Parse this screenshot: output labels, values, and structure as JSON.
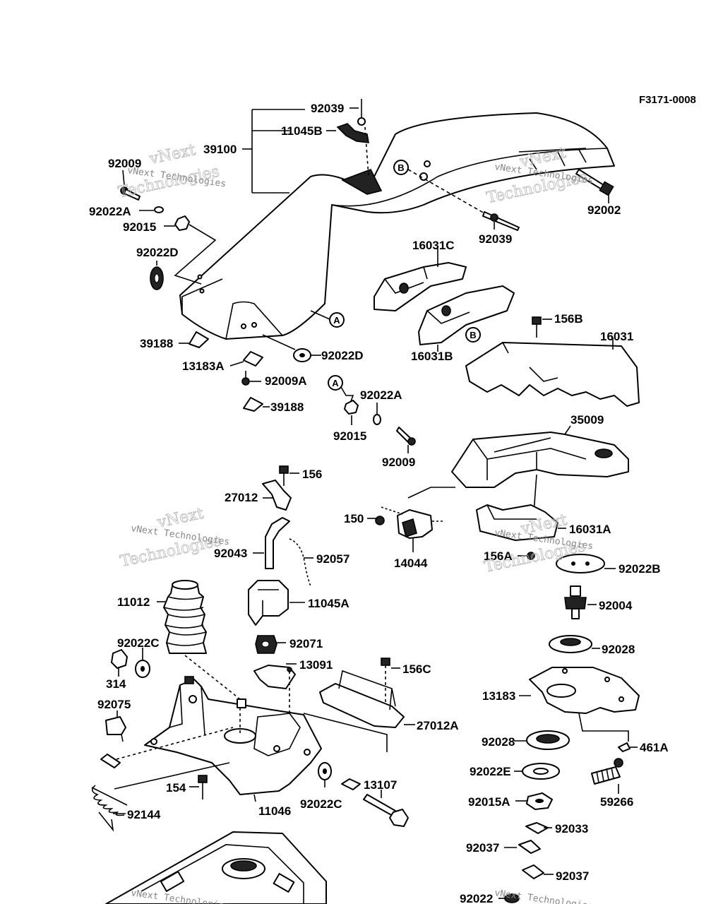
{
  "figure_code": "F3171-0008",
  "watermark": {
    "brand": "vNext",
    "company": "Technologies",
    "full": "vNext Technologies"
  },
  "callouts": {
    "A": "A",
    "B": "B"
  },
  "part_labels": {
    "p92039_top": "92039",
    "p11045B": "11045B",
    "p39100": "39100",
    "p92009_top": "92009",
    "p92022A_top": "92022A",
    "p92015_top": "92015",
    "p92022D_left": "92022D",
    "p92002": "92002",
    "p92039_mid": "92039",
    "p16031C": "16031C",
    "p39188_a": "39188",
    "p13183A": "13183A",
    "p92022D_mid": "92022D",
    "p16031B": "16031B",
    "p156B": "156B",
    "p16031": "16031",
    "p92009A": "92009A",
    "p39188_b": "39188",
    "p92022A_mid": "92022A",
    "p92015_mid": "92015",
    "p92009_mid": "92009",
    "p35009": "35009",
    "p156": "156",
    "p27012": "27012",
    "p150": "150",
    "p14044": "14044",
    "p16031A": "16031A",
    "p156A": "156A",
    "p92022B": "92022B",
    "p92043": "92043",
    "p92057": "92057",
    "p11045A": "11045A",
    "p11012": "11012",
    "p92004": "92004",
    "p92022C_left": "92022C",
    "p92071": "92071",
    "p92028_top": "92028",
    "p314": "314",
    "p13091": "13091",
    "p156C": "156C",
    "p13183": "13183",
    "p92075": "92075",
    "p27012A": "27012A",
    "p92028_bot": "92028",
    "p461A": "461A",
    "p92022E": "92022E",
    "p154": "154",
    "p13107": "13107",
    "p59266": "59266",
    "p92022C_bot": "92022C",
    "p11046": "11046",
    "p92015A": "92015A",
    "p92144": "92144",
    "p92033": "92033",
    "p92037_a": "92037",
    "p92037_b": "92037",
    "p92022_bot": "92022"
  }
}
